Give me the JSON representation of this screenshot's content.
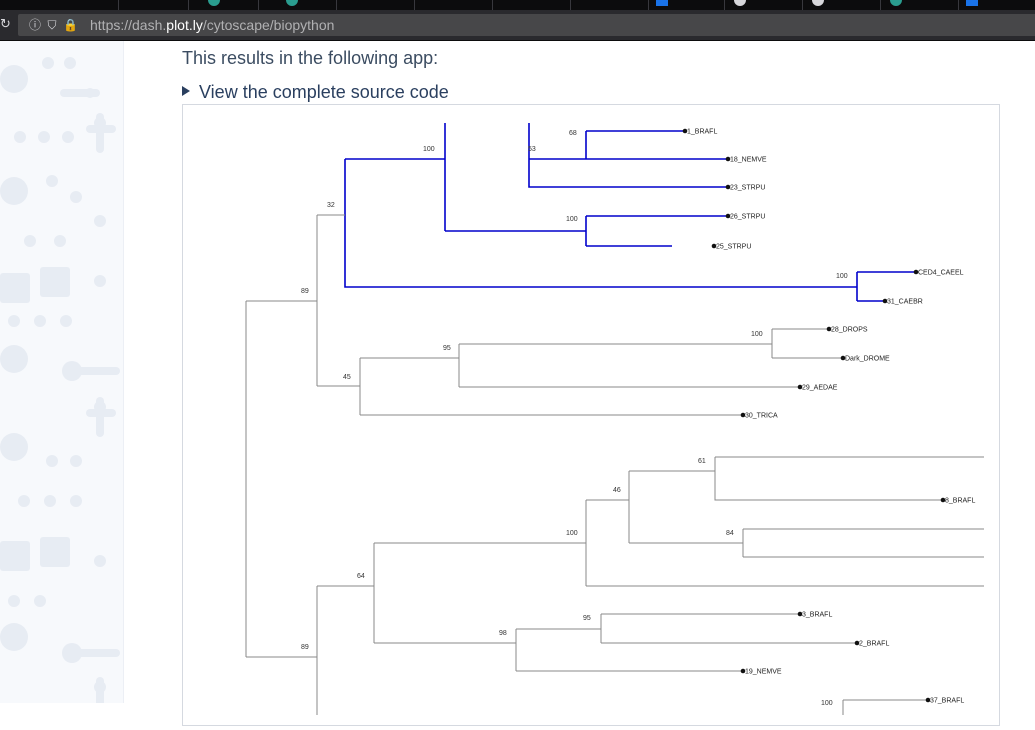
{
  "browser": {
    "url_prefix": "https://dash.",
    "url_domain": "plot.ly",
    "url_path": "/cytoscape/biopython"
  },
  "page": {
    "intro_text": "This results in the following app:",
    "details_label": "View the complete source code"
  },
  "tree": {
    "highlight_color": "#0000cc",
    "edge_color": "#888888",
    "nodes": [
      {
        "name": "1_BRAFL"
      },
      {
        "name": "18_NEMVE"
      },
      {
        "name": "23_STRPU"
      },
      {
        "name": "26_STRPU"
      },
      {
        "name": "25_STRPU"
      },
      {
        "name": "CED4_CAEEL"
      },
      {
        "name": "31_CAEBR"
      },
      {
        "name": "28_DROPS"
      },
      {
        "name": "Dark_DROME"
      },
      {
        "name": "29_AEDAE"
      },
      {
        "name": "30_TRICA"
      },
      {
        "name": "8_BRAFL"
      },
      {
        "name": "3_BRAFL"
      },
      {
        "name": "2_BRAFL"
      },
      {
        "name": "19_NEMVE"
      },
      {
        "name": "37_BRAFL"
      }
    ],
    "support_values": [
      {
        "value": "68"
      },
      {
        "value": "53"
      },
      {
        "value": "100"
      },
      {
        "value": "32"
      },
      {
        "value": "100"
      },
      {
        "value": "100"
      },
      {
        "value": "89"
      },
      {
        "value": "95"
      },
      {
        "value": "100"
      },
      {
        "value": "45"
      },
      {
        "value": "61"
      },
      {
        "value": "46"
      },
      {
        "value": "100"
      },
      {
        "value": "84"
      },
      {
        "value": "64"
      },
      {
        "value": "95"
      },
      {
        "value": "98"
      },
      {
        "value": "89"
      },
      {
        "value": "100"
      }
    ]
  }
}
